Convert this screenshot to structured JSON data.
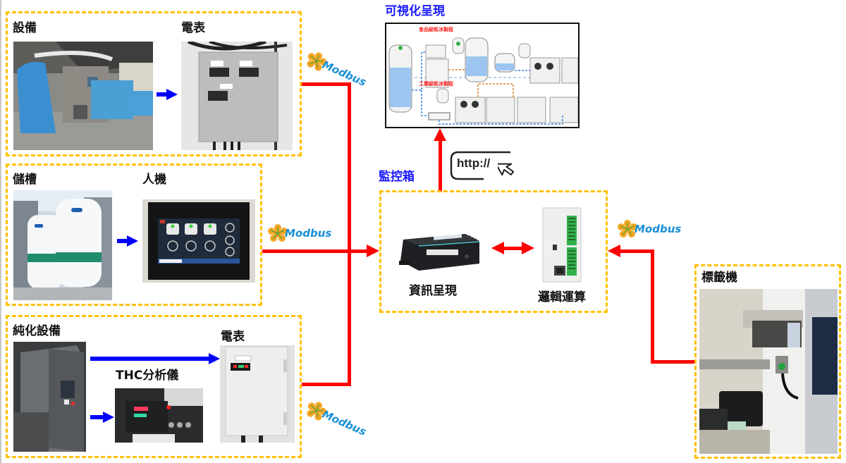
{
  "diagram": {
    "groups": {
      "equipment": {
        "title": "設備",
        "meter_title": "電表"
      },
      "storage": {
        "title": "儲槽",
        "hmi_title": "人機"
      },
      "purification": {
        "title": "純化設備",
        "thc_title": "THC分析儀",
        "meter_title": "電表"
      },
      "monitor_box": {
        "title": "監控箱",
        "info_display": "資訊呈現",
        "logic_compute": "邏輯運算"
      },
      "label_printer": {
        "title": "標籤機"
      }
    },
    "visualization": {
      "title": "可視化呈現",
      "sections": [
        "食品級乾冰製程",
        "工業級乾冰製程"
      ]
    },
    "http_label": "http://",
    "protocol_label": "Modbus",
    "colors": {
      "dashed_border": "#ffc000",
      "data_link": "#ff0000",
      "flow_arrow": "#0000ff",
      "title_blue": "#1a1aff",
      "modbus_text": "#1a8fd6"
    }
  }
}
